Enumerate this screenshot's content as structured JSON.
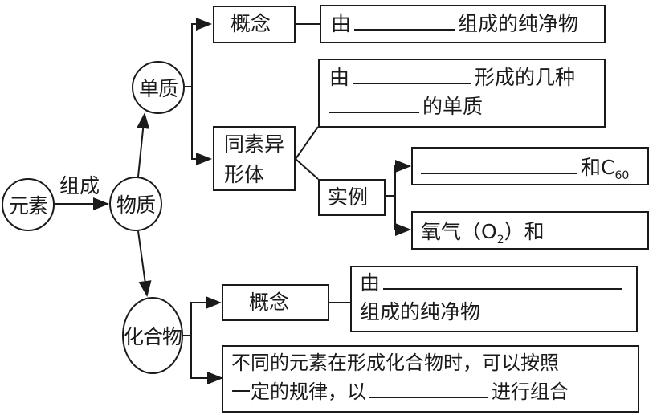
{
  "nodes": {
    "element": "元素",
    "compose_label": "组成",
    "substance": "物质",
    "simple_substance": "单质",
    "compound": "化合物",
    "simple_concept": "概念",
    "allotrope": "同素异形体",
    "example": "实例",
    "compound_concept": "概念"
  },
  "boxes": {
    "simple_def": {
      "prefix": "由",
      "suffix": "组成的纯净物"
    },
    "allotrope_def": {
      "prefix": "由",
      "mid": "形成的几种",
      "suffix": "的单质"
    },
    "example1": {
      "suffix": "和C",
      "sub": "60"
    },
    "example2": {
      "prefix": "氧气（O",
      "sub": "2",
      "mid": "）和"
    },
    "compound_def": {
      "prefix": "由",
      "suffix": "组成的纯净物"
    },
    "compound_rule": {
      "line1": "不同的元素在形成化合物时，可以按照",
      "line2_prefix": "一定的规律，以",
      "line2_suffix": "进行组合"
    }
  }
}
